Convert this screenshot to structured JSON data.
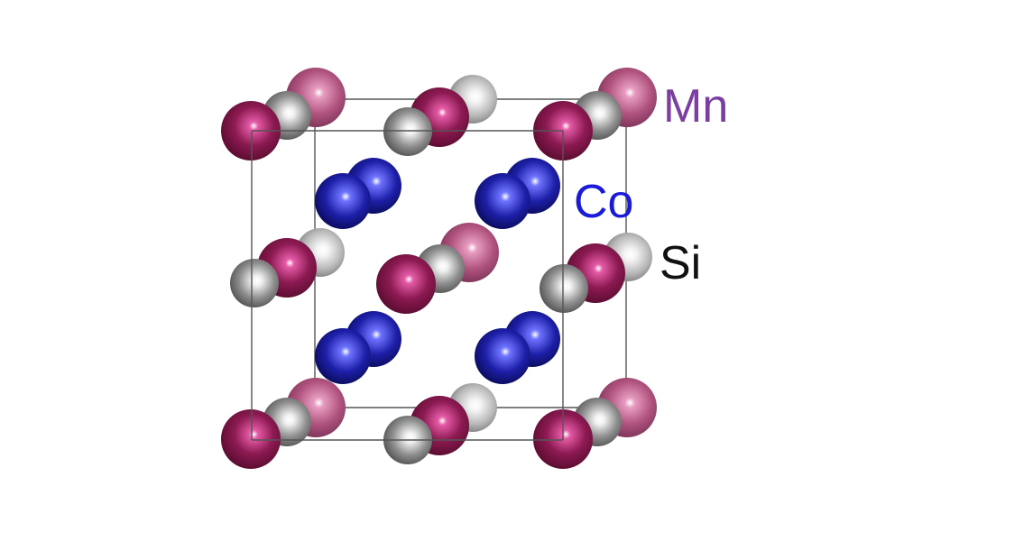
{
  "diagram": {
    "labels": {
      "mn": "Mn",
      "co": "Co",
      "si": "Si"
    },
    "colors": {
      "mn_label": "#7a3fa0",
      "co_label": "#1a1adb",
      "si_label": "#111111",
      "mn_front": "#7a1446",
      "mn_back": "#b0537e",
      "co": "#1d1fa8",
      "si": "#8e8e8e",
      "si_back": "#b8b8b8",
      "edge": "#555555"
    }
  }
}
